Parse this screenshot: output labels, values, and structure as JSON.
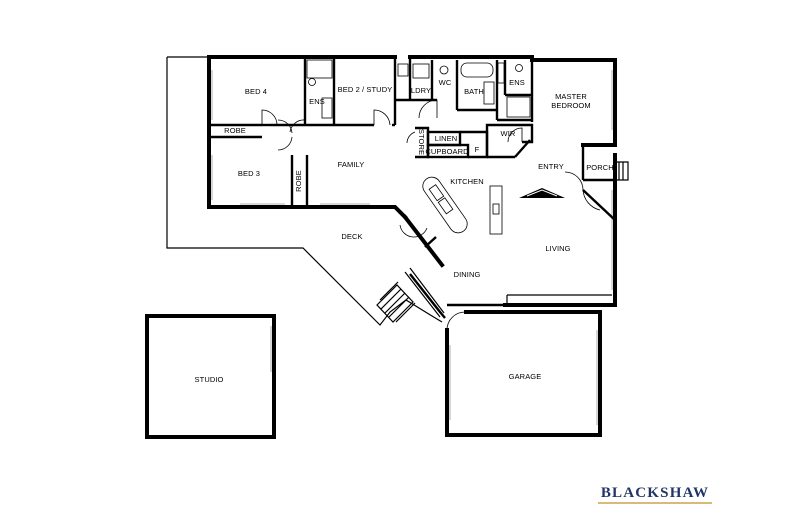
{
  "rooms": {
    "bed4": "BED 4",
    "ens1": "ENS",
    "bed2": "BED 2 / STUDY",
    "ldry": "LDRY",
    "wc": "WC",
    "bath": "BATH",
    "ens2": "ENS",
    "master": "MASTER",
    "master2": "BEDROOM",
    "robe1": "ROBE",
    "robe2": "ROBE",
    "bed3": "BED 3",
    "family": "FAMILY",
    "store": "STORE",
    "linen": "LINEN",
    "cupboard": "CUPBOARD",
    "f": "F",
    "wir": "WIR",
    "entry": "ENTRY",
    "porch": "PORCH",
    "kitchen": "KITCHEN",
    "deck": "DECK",
    "living": "LIVING",
    "dining": "DINING",
    "studio": "STUDIO",
    "garage": "GARAGE"
  },
  "brand": {
    "name": "BLACKSHAW",
    "color": "#1f3566",
    "underline_color": "#c8a64b"
  }
}
